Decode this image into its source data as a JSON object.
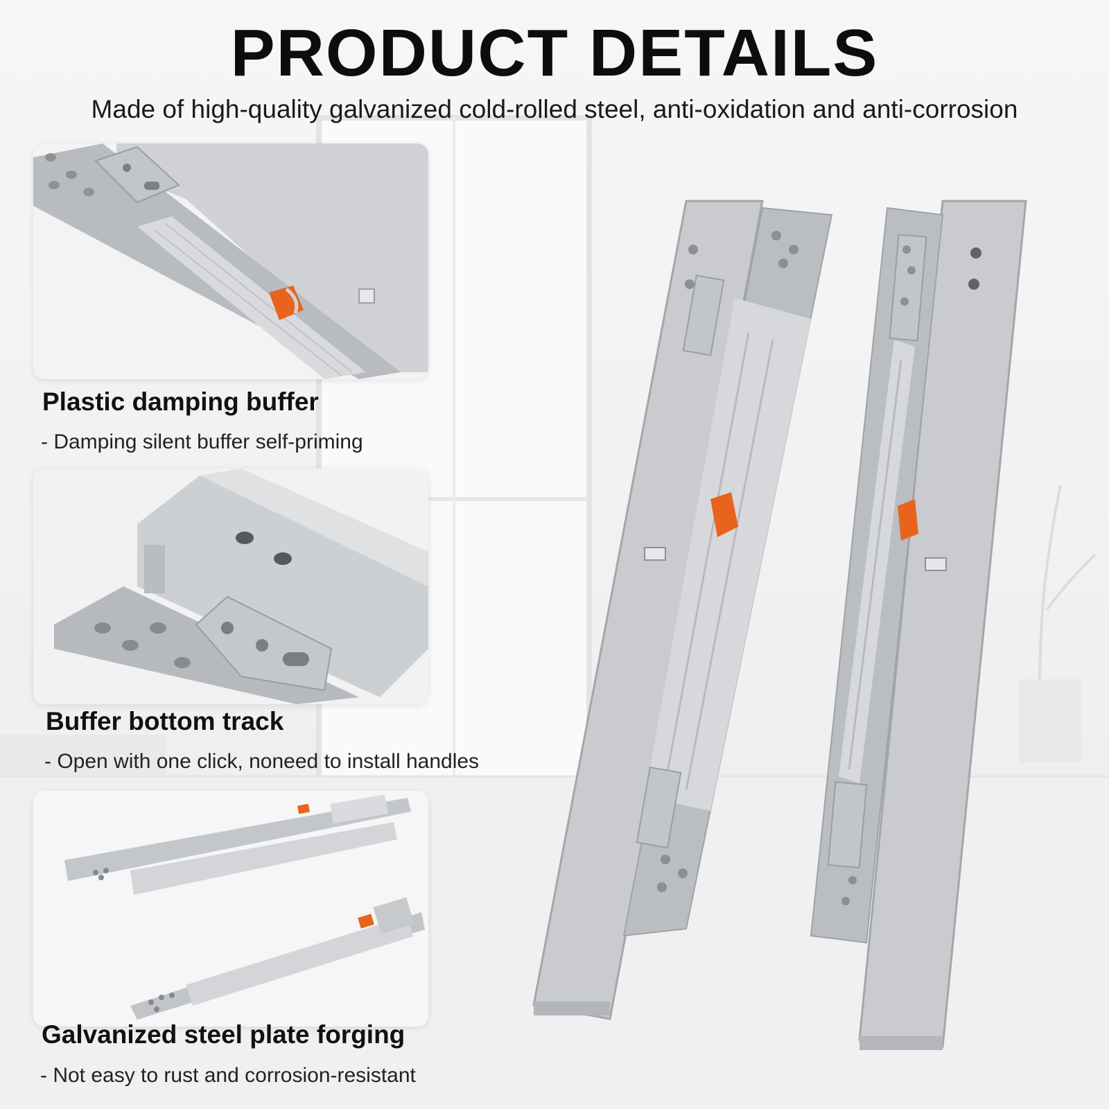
{
  "header": {
    "title": "PRODUCT DETAILS",
    "subtitle": "Made of high-quality galvanized cold-rolled steel, anti-oxidation and anti-corrosion"
  },
  "features": [
    {
      "title": "Plastic damping buffer",
      "description": "- Damping silent buffer self-priming"
    },
    {
      "title": "Buffer bottom track",
      "description": "- Open with one click, noneed to install handles"
    },
    {
      "title": "Galvanized steel plate forging",
      "description": "- Not easy to rust and corrosion-resistant"
    }
  ],
  "colors": {
    "steel": "#c9cbce",
    "steel_dark": "#a9acb0",
    "buffer_orange": "#e8641e",
    "text": "#111111"
  },
  "images": {
    "detail_1": "buffer-closeup-photo",
    "detail_2": "bottom-track-closeup-photo",
    "detail_3": "rails-overview-photo",
    "main": "drawer-slide-pair-photo"
  }
}
